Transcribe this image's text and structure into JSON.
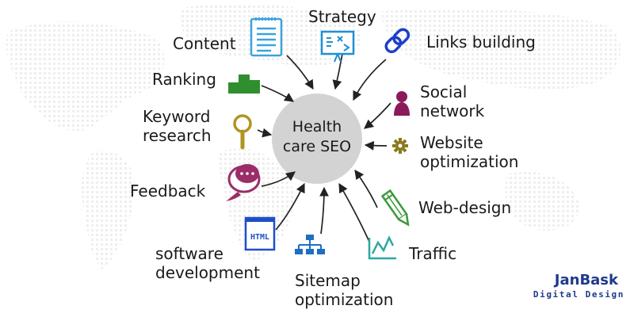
{
  "diagram": {
    "center": {
      "line1": "Health",
      "line2": "care SEO"
    },
    "nodes": {
      "strategy": "Strategy",
      "content": "Content",
      "links_building": "Links building",
      "ranking": "Ranking",
      "social_network": [
        "Social",
        "network"
      ],
      "keyword_research": [
        "Keyword",
        "research"
      ],
      "website_optimization": [
        "Website",
        "optimization"
      ],
      "feedback": "Feedback",
      "web_design": "Web-design",
      "software_development": [
        "software",
        "development"
      ],
      "traffic": "Traffic",
      "sitemap_optimization": [
        "Sitemap",
        "optimization"
      ]
    },
    "icons": {
      "content": "notepad-icon",
      "strategy": "whiteboard-icon",
      "links_building": "chain-link-icon",
      "ranking": "podium-icon",
      "social_network": "person-icon",
      "keyword_research": "magnifier-icon",
      "website_optimization": "gear-icon",
      "feedback": "chat-bubble-icon",
      "web_design": "pencil-icon",
      "software_development": "html-icon",
      "sitemap_optimization": "sitemap-icon",
      "traffic": "line-graph-icon"
    },
    "html_icon_text": "HTML"
  },
  "logo": {
    "brand": "JanBask",
    "tagline": "Digital Design"
  },
  "colors": {
    "hub": "#d3d3d3",
    "arrow": "#222222",
    "notepad": "#3aa3df",
    "board": "#1e90d6",
    "link": "#1e3fc9",
    "podium": "#2f8f2e",
    "person": "#8b1a5b",
    "magnifier": "#b09421",
    "gear": "#8a7a1e",
    "chat": "#9b2d68",
    "pencil": "#3a9a3a",
    "html": "#1e4fc8",
    "sitemap": "#1e6fc2",
    "graph": "#28a9a0",
    "logo": "#1f3a8a",
    "map_dots": "#eeeeee"
  }
}
